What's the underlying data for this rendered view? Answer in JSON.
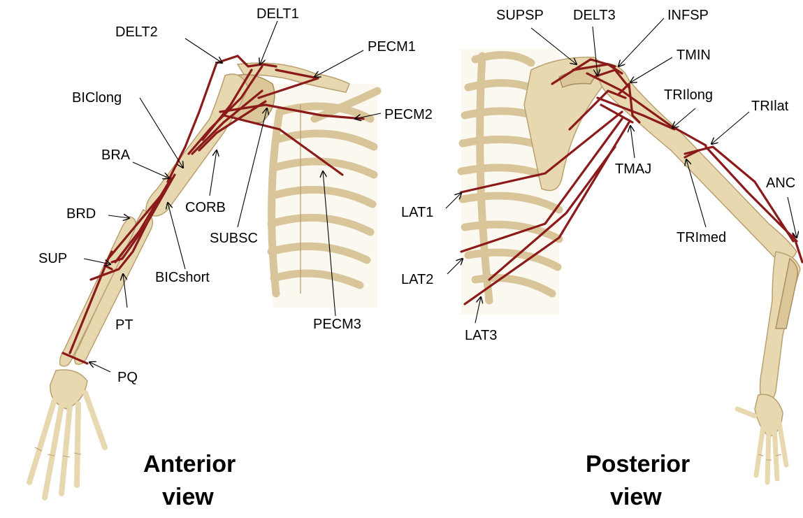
{
  "captions": {
    "anterior_line1": "Anterior",
    "anterior_line2": "view",
    "posterior_line1": "Posterior",
    "posterior_line2": "view"
  },
  "anterior_labels": {
    "delt1": "DELT1",
    "delt2": "DELT2",
    "pecm1": "PECM1",
    "pecm2": "PECM2",
    "pecm3": "PECM3",
    "biclong": "BIClong",
    "bra": "BRA",
    "corb": "CORB",
    "subsc": "SUBSC",
    "brd": "BRD",
    "bicshort": "BICshort",
    "sup": "SUP",
    "pt": "PT",
    "pq": "PQ"
  },
  "posterior_labels": {
    "supsp": "SUPSP",
    "delt3": "DELT3",
    "infsp": "INFSP",
    "tmin": "TMIN",
    "trilong": "TRIlong",
    "trilat": "TRIlat",
    "tmaj": "TMAJ",
    "anc": "ANC",
    "trimed": "TRImed",
    "lat1": "LAT1",
    "lat2": "LAT2",
    "lat3": "LAT3"
  },
  "colors": {
    "muscle": "#8b1a1a",
    "bone": "#e8d8b0"
  }
}
